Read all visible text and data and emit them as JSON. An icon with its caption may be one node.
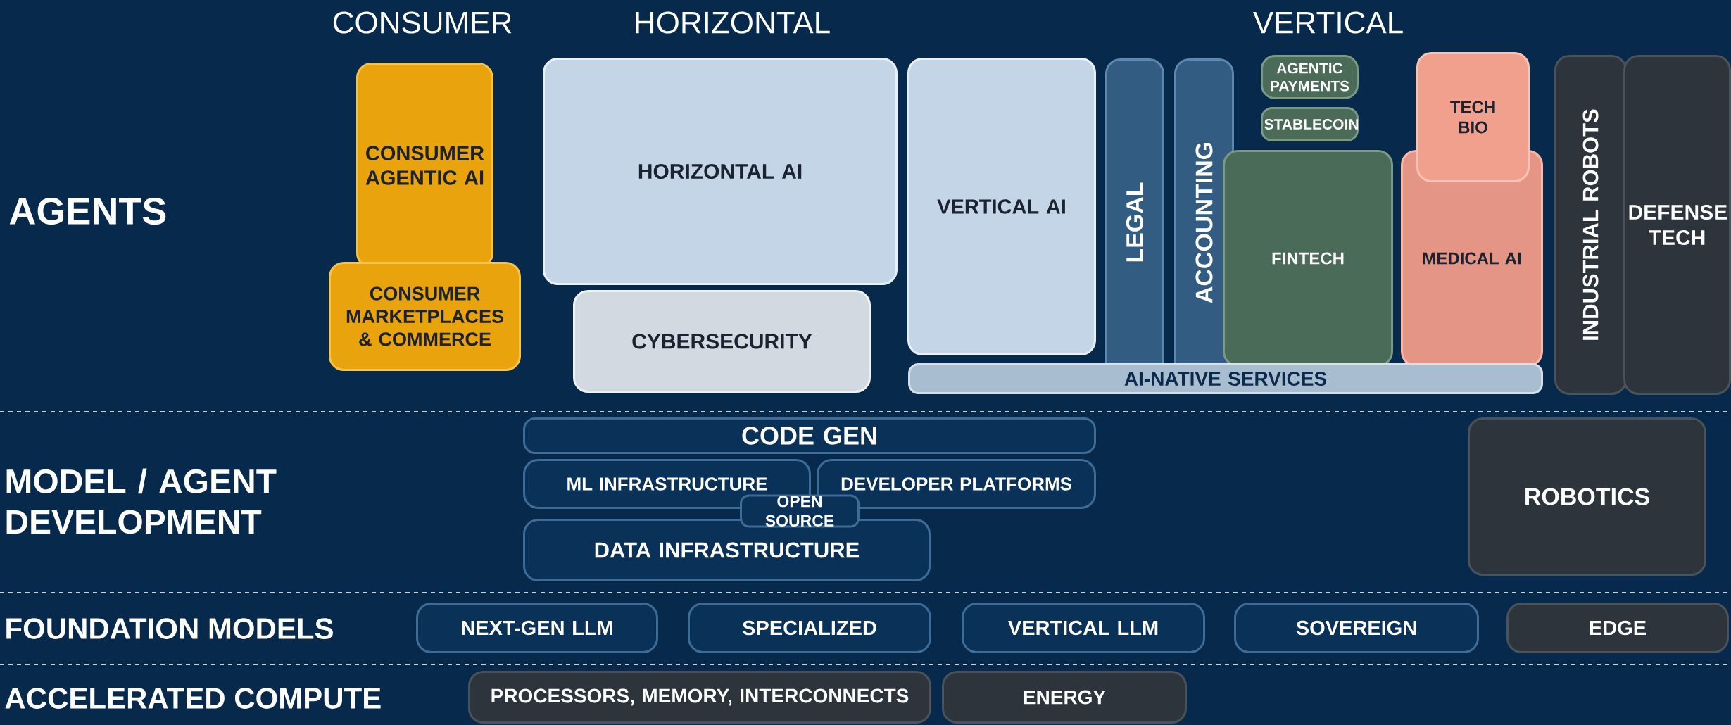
{
  "diagram": {
    "nodes": [
      {
        "text": [
          "CONSUMER AGENTIC AI"
        ]
      },
      {
        "text": [
          "CONSUMER MARKETPLACES & COMMERCE"
        ]
      },
      {
        "text": [
          "HORIZONTAL AI"
        ]
      },
      {
        "text": [
          "CYBERSECURITY"
        ]
      },
      {
        "text": [
          "VERTICAL AI"
        ]
      },
      {
        "text": [
          "LEGAL"
        ]
      },
      {
        "text": [
          "ACCOUNTING"
        ]
      },
      {
        "text": [
          "AGENTIC PAYMENTS"
        ]
      },
      {
        "text": [
          "STABLECOIN"
        ]
      },
      {
        "text": [
          "TECH BIO"
        ]
      },
      {
        "text": [
          "FINTECH"
        ]
      },
      {
        "text": [
          "MEDICAL AI"
        ]
      },
      {
        "text": [
          "INDUSTRIAL ROBOTS"
        ]
      },
      {
        "text": [
          "DEFENSE TECH"
        ]
      },
      {
        "text": [
          "AI-NATIVE SERVICES"
        ]
      },
      {
        "text": [
          "CODE GEN"
        ]
      },
      {
        "text": [
          "ML INFRASTRUCTURE"
        ]
      },
      {
        "text": [
          "DEVELOPER PLATFORMS"
        ]
      },
      {
        "text": [
          "OPEN SOURCE"
        ]
      },
      {
        "text": [
          "DATA INFRASTRUCTURE"
        ]
      },
      {
        "text": [
          "ROBOTICS"
        ]
      },
      {
        "text": [
          "NEXT-GEN LLM"
        ]
      },
      {
        "text": [
          "SPECIALIZED"
        ]
      },
      {
        "text": [
          "VERTICAL LLM"
        ]
      },
      {
        "text": [
          "SOVEREIGN"
        ]
      },
      {
        "text": [
          "EDGE"
        ]
      },
      {
        "text": [
          "PROCESSORS, MEMORY, INTERCONNECTS"
        ]
      },
      {
        "text": [
          "ENERGY"
        ]
      }
    ],
    "labels": [
      "CONSUMER",
      "HORIZONTAL",
      "VERTICAL",
      "AGENTS",
      "MODEL / AGENT DEVELOPMENT",
      "FOUNDATION MODELS",
      "ACCELERATED COMPUTE"
    ]
  }
}
